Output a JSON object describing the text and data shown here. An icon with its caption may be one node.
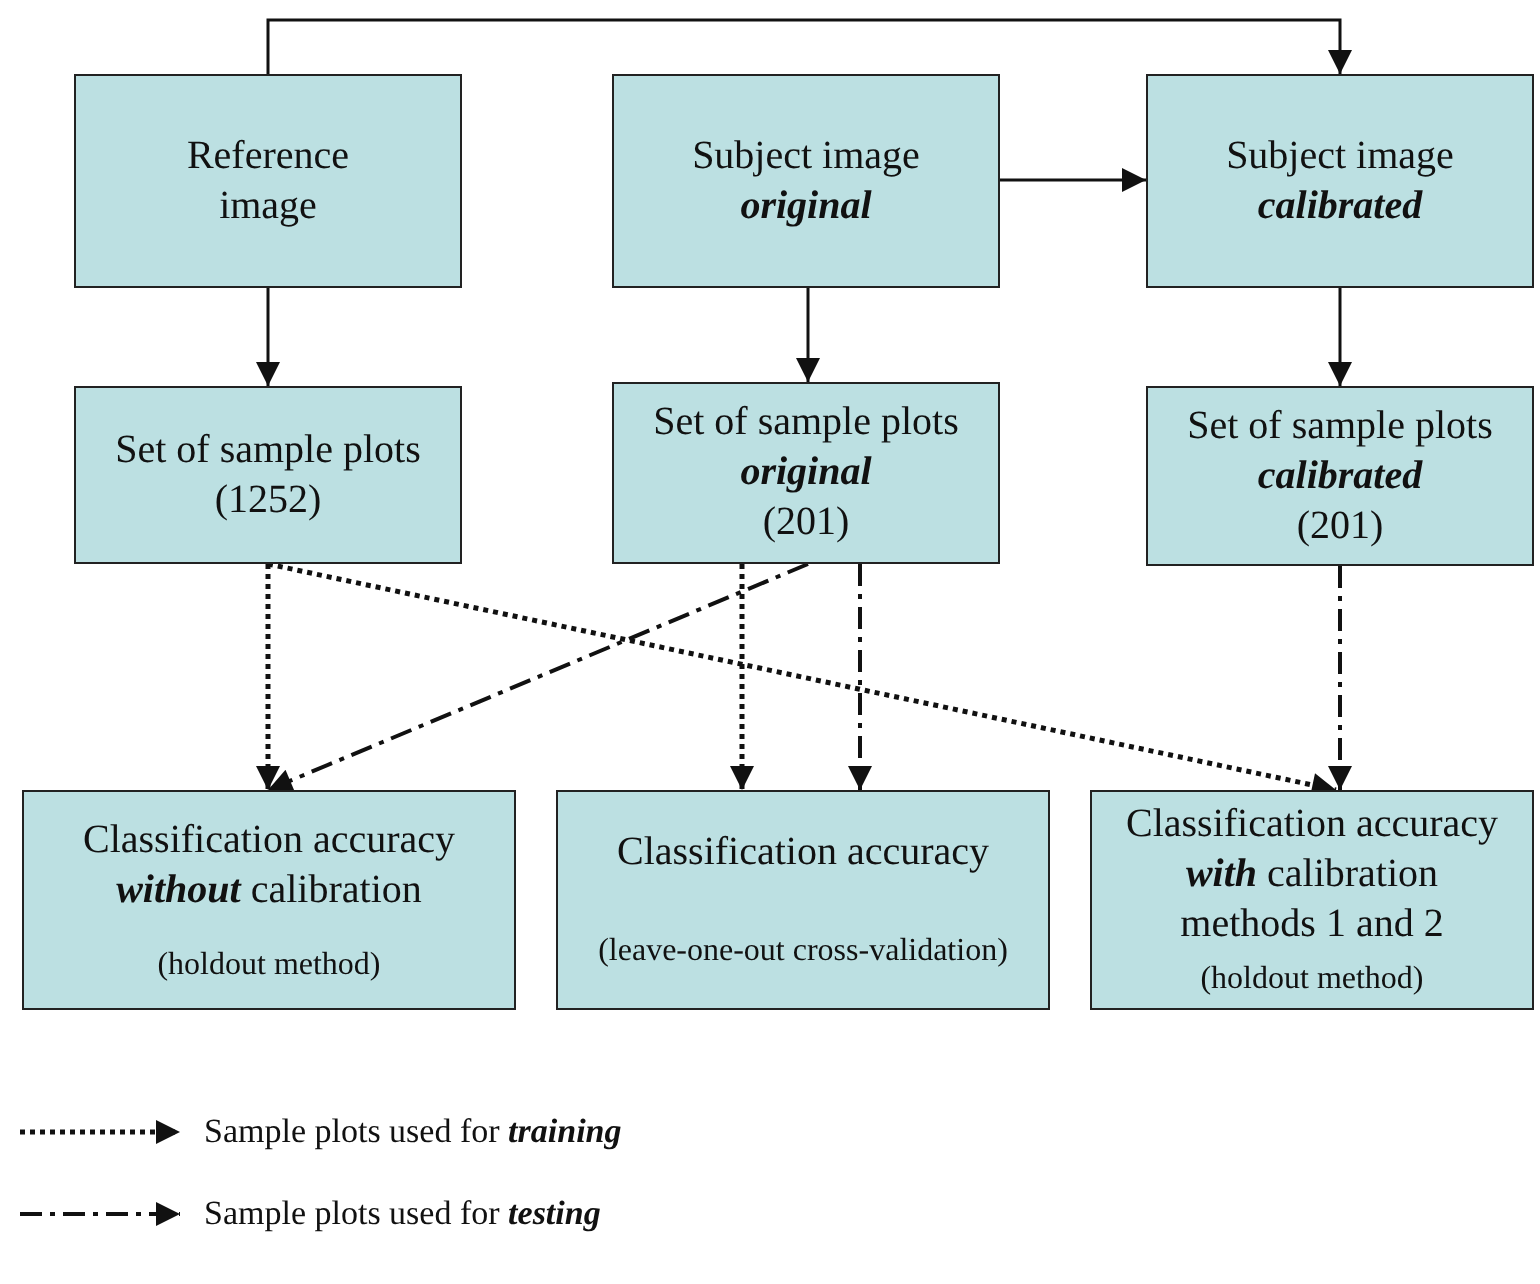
{
  "diagram": {
    "nodes": [
      {
        "text": [
          "Reference image"
        ]
      },
      {
        "text": [
          "Subject image",
          "original"
        ]
      },
      {
        "text": [
          "Subject image",
          "calibrated"
        ]
      },
      {
        "text": [
          "Set of sample plots",
          "(1252)"
        ]
      },
      {
        "text": [
          "Set of sample plots",
          "original",
          "(201)"
        ]
      },
      {
        "text": [
          "Set of sample plots",
          "calibrated",
          "(201)"
        ]
      },
      {
        "text": [
          "Classification accuracy **without** calibration",
          "(holdout method)"
        ]
      },
      {
        "text": [
          "Classification accuracy",
          "(leave-one-out cross-validation)"
        ]
      },
      {
        "text": [
          "Classification accuracy **with** calibration methods 1 and 2",
          "(holdout method)"
        ]
      }
    ],
    "edges": [
      {
        "from": 0,
        "to": 2,
        "arrow": "to"
      },
      {
        "from": 1,
        "to": 2,
        "arrow": "to"
      },
      {
        "from": 0,
        "to": 3,
        "arrow": "to"
      },
      {
        "from": 1,
        "to": 4,
        "arrow": "to"
      },
      {
        "from": 2,
        "to": 5,
        "arrow": "to"
      },
      {
        "from": 3,
        "to": 6,
        "arrow": "to",
        "style": "dashed"
      },
      {
        "from": 3,
        "to": 8,
        "arrow": "to",
        "style": "dashed"
      },
      {
        "from": 4,
        "to": 6,
        "arrow": "to",
        "style": "dashed"
      },
      {
        "from": 4,
        "to": 7,
        "arrow": "to",
        "style": "dashed"
      },
      {
        "from": 4,
        "to": 7,
        "arrow": "to",
        "style": "dashed"
      },
      {
        "from": 5,
        "to": 8,
        "arrow": "to",
        "style": "dashed"
      }
    ],
    "legend": [
      {
        "text": "Sample plots used for **training**"
      },
      {
        "text": "Sample plots used for **testing**"
      }
    ]
  }
}
